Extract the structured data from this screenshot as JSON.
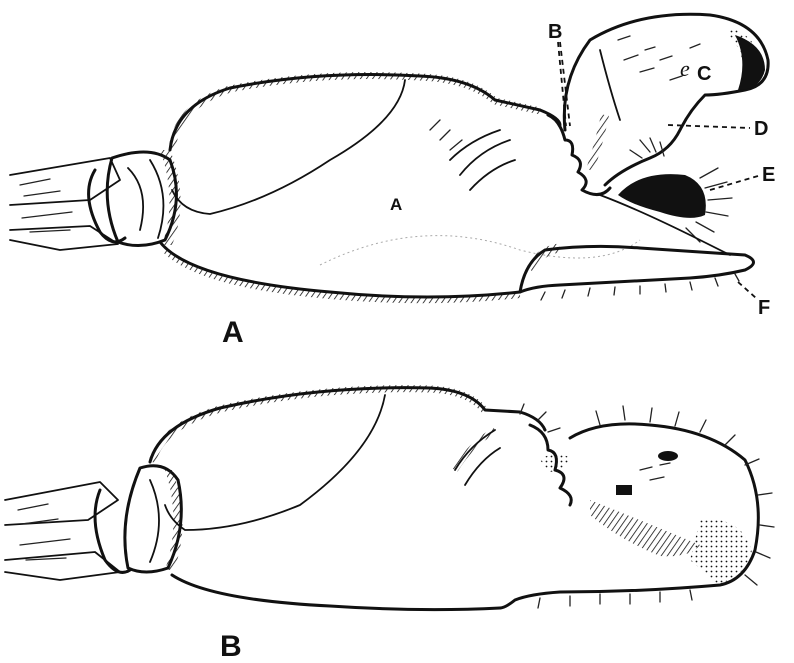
{
  "figure": {
    "panels": [
      {
        "id": "A",
        "panel_label": "A",
        "inner_label": "A",
        "callouts": [
          "B",
          "C",
          "D",
          "E",
          "F"
        ]
      },
      {
        "id": "B",
        "panel_label": "B"
      }
    ],
    "colors": {
      "ink": "#111111",
      "paper": "#ffffff"
    }
  }
}
